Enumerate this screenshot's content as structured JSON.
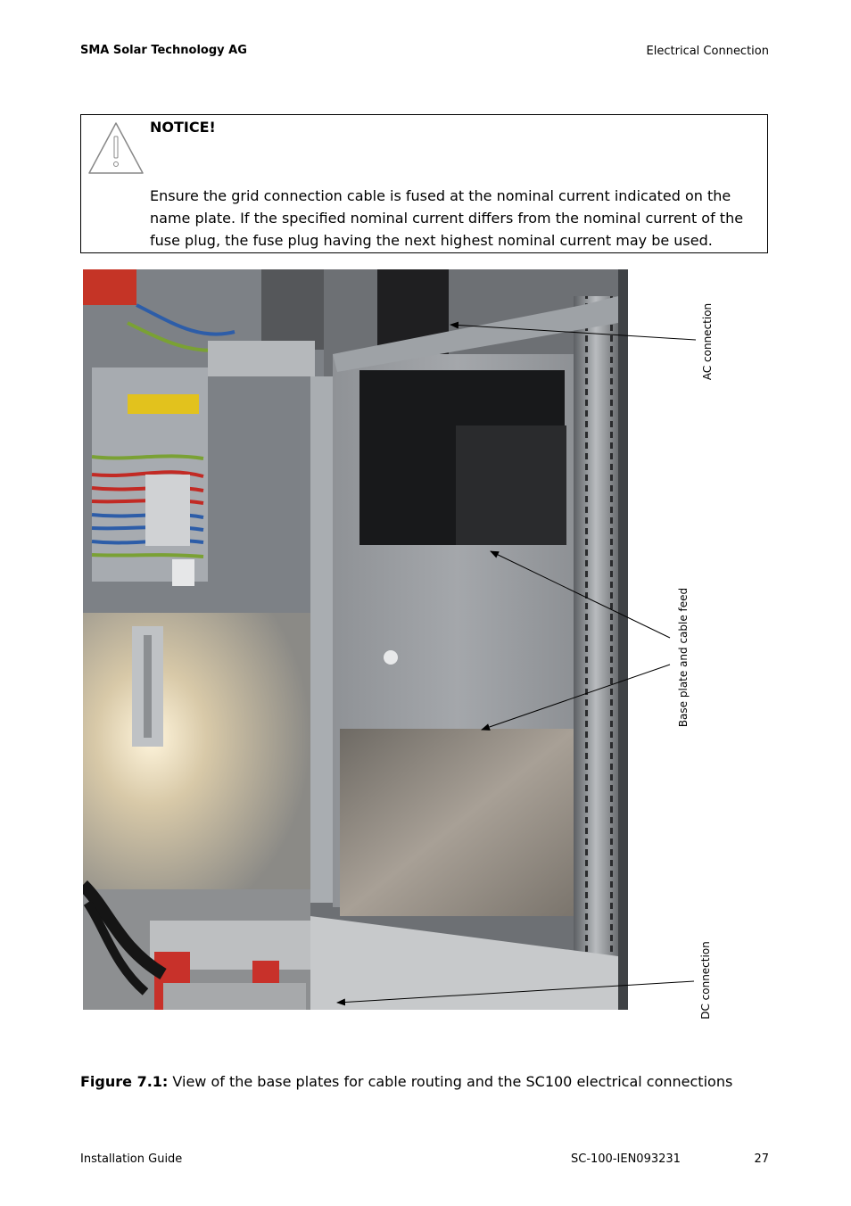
{
  "header": {
    "company": "SMA Solar Technology AG",
    "section": "Electrical Connection"
  },
  "notice": {
    "icon": "warning-triangle-icon",
    "title": "NOTICE!",
    "body": "Ensure the grid connection cable is fused at the nominal current indicated on the name plate. If the specified nominal current differs from the nominal current of the fuse plug, the fuse plug having the next highest nominal current may be used."
  },
  "figure": {
    "labels": {
      "ac": "AC connection",
      "base": "Base plate and cable feed",
      "dc": "DC connection"
    },
    "caption_prefix": "Figure 7.1:",
    "caption_text": " View of the base plates for cable routing and the SC100 electrical connections"
  },
  "footer": {
    "doc_type": "Installation Guide",
    "doc_id": "SC-100-IEN093231",
    "page": "27"
  }
}
